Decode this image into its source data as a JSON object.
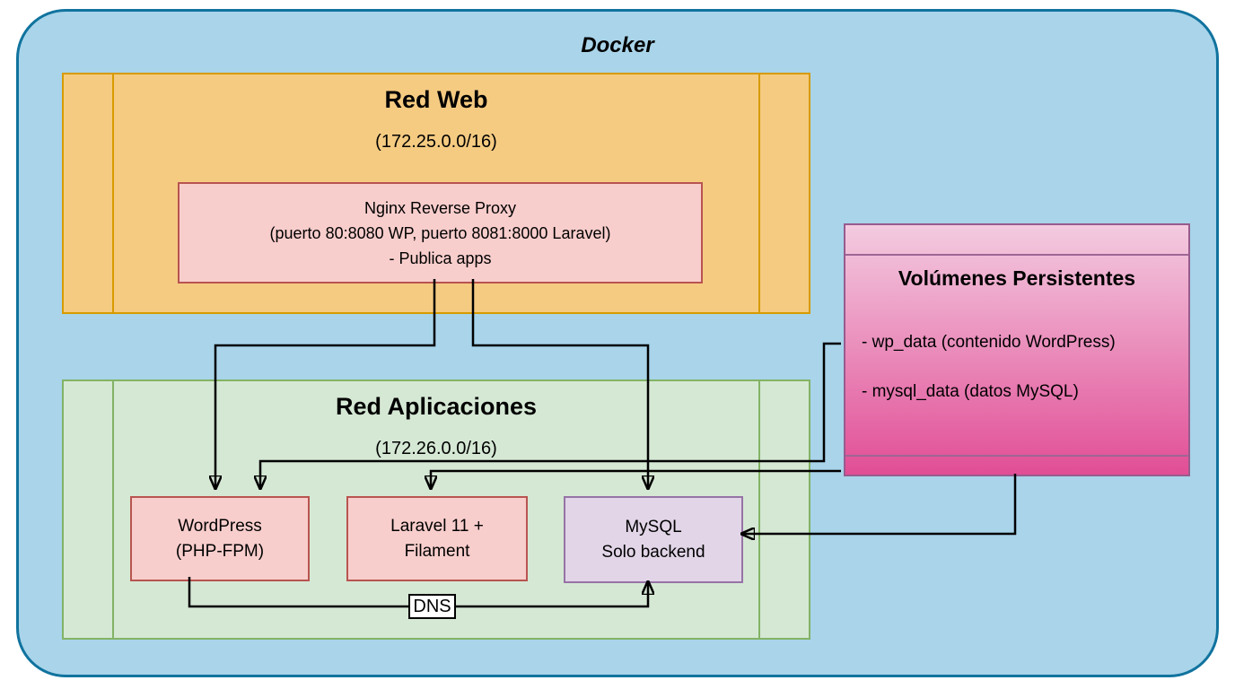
{
  "diagram": {
    "title": "Docker",
    "networks": {
      "web": {
        "title": "Red Web",
        "subnet": "(172.25.0.0/16)"
      },
      "apps": {
        "title": "Red Aplicaciones",
        "subnet": "(172.26.0.0/16)"
      }
    },
    "nodes": {
      "nginx": {
        "lines": [
          "Nginx Reverse Proxy",
          "(puerto 80:8080 WP, puerto 8081:8000 Laravel)",
          "- Publica apps"
        ]
      },
      "wordpress": {
        "lines": [
          "WordPress",
          "(PHP-FPM)"
        ]
      },
      "laravel": {
        "lines": [
          "Laravel 11 +",
          "Filament"
        ]
      },
      "mysql": {
        "lines": [
          "MySQL",
          "Solo backend"
        ]
      },
      "volumes": {
        "title": "Volúmenes Persistentes",
        "items": [
          "- wp_data (contenido WordPress)",
          "- mysql_data (datos MySQL)"
        ]
      }
    },
    "labels": {
      "dns": "DNS"
    },
    "edges": [
      "nginx->wordpress",
      "nginx->mysql",
      "volumes->wordpress",
      "volumes->laravel",
      "volumes->mysql",
      "wordpress->mysql (DNS)"
    ],
    "colors": {
      "docker_fill": "#A9D4EA",
      "docker_border": "#10739E",
      "web_fill": "#F5CB82",
      "web_border": "#D79B00",
      "pink_fill": "#F8CECC",
      "pink_border": "#B85450",
      "apps_fill": "#D5E8D4",
      "apps_border": "#82B366",
      "purple_fill": "#E1D5E7",
      "purple_border": "#9673A6",
      "vol_top": "#F3CBE0",
      "vol_bottom": "#E14E96",
      "vol_border": "#985B8D",
      "wire": "#000000"
    }
  }
}
